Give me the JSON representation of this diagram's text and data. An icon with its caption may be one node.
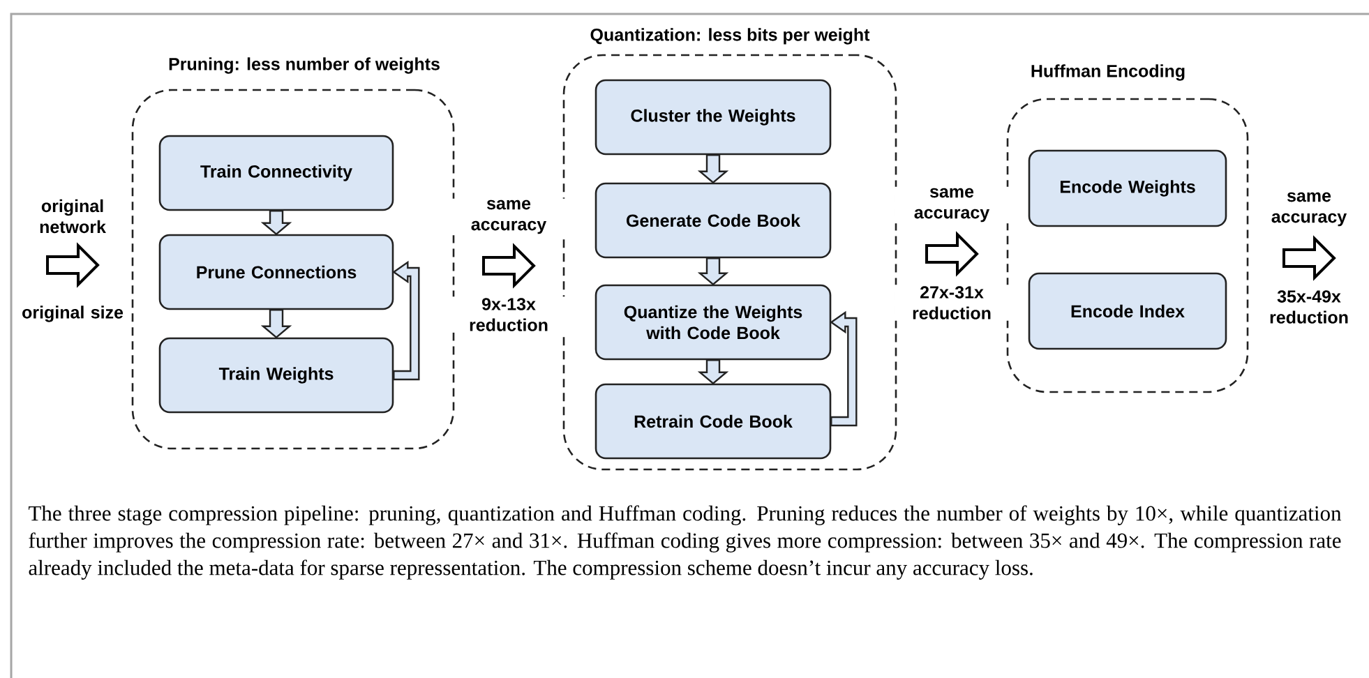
{
  "diagram": {
    "caption": "The three stage compression pipeline: pruning, quantization and Huffman coding. Pruning reduces the number of weights by 10×, while quantization further improves the compression rate: between 27× and 31×. Huffman coding gives more compression: between 35× and 49×. The compression rate already included the meta-data for sparse repressentation. The compression scheme doesn’t incur any accuracy loss.",
    "nodes": [
      {
        "text": [
          "Pruning: less number of weights"
        ]
      },
      {
        "text": [
          "Train Connectivity"
        ],
        "in": 0
      },
      {
        "text": [
          "Prune Connections"
        ],
        "in": 0
      },
      {
        "text": [
          "Train Weights"
        ],
        "in": 0
      },
      {
        "text": [
          "Quantization: less bits per weight"
        ]
      },
      {
        "text": [
          "Cluster the Weights"
        ],
        "in": 4
      },
      {
        "text": [
          "Generate Code Book"
        ],
        "in": 4
      },
      {
        "text": [
          "Quantize the Weights with Code Book"
        ],
        "in": 4
      },
      {
        "text": [
          "Retrain Code Book"
        ],
        "in": 4
      },
      {
        "text": [
          "Huffman Encoding"
        ]
      },
      {
        "text": [
          "Encode Weights"
        ],
        "in": 9
      },
      {
        "text": [
          "Encode Index"
        ],
        "in": 9
      }
    ],
    "edges": [
      {
        "from": null,
        "to": 0,
        "arrow": "to",
        "label": "original network"
      },
      {
        "from": 0,
        "to": 4,
        "arrow": "to",
        "label": "same accuracy"
      },
      {
        "from": 4,
        "to": 9,
        "arrow": "to",
        "label": "same accuracy"
      },
      {
        "from": 9,
        "to": null,
        "arrow": "to",
        "label": "same accuracy"
      },
      {
        "from": 1,
        "to": 2,
        "arrow": "to"
      },
      {
        "from": 2,
        "to": 3,
        "arrow": "to"
      },
      {
        "from": 3,
        "to": 2,
        "arrow": "to"
      },
      {
        "from": 5,
        "to": 6,
        "arrow": "to"
      },
      {
        "from": 6,
        "to": 7,
        "arrow": "to"
      },
      {
        "from": 7,
        "to": 8,
        "arrow": "to"
      },
      {
        "from": 8,
        "to": 7,
        "arrow": "to"
      }
    ],
    "labels": [
      "original size",
      "9x-13x reduction",
      "27x-31x reduction",
      "35x-49x reduction"
    ]
  }
}
